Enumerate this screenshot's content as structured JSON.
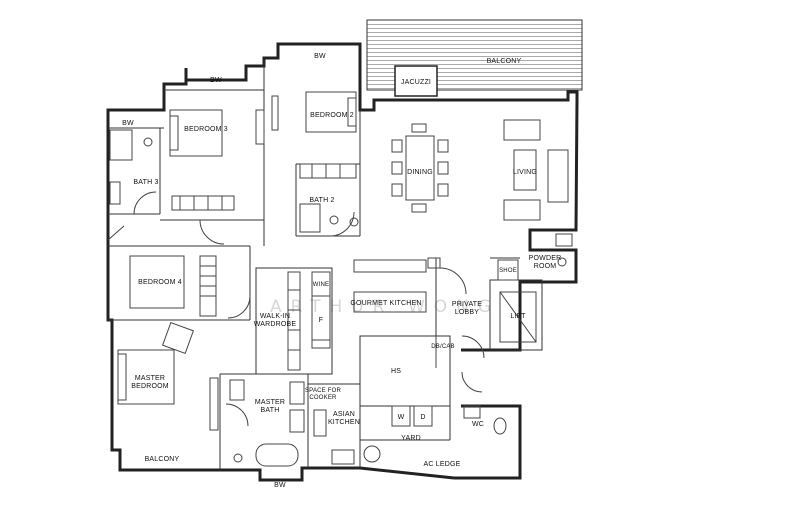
{
  "labels": {
    "bw_top_left": "BW",
    "bw_top": "BW",
    "bw_small": "BW",
    "bw_bottom": "BW",
    "balcony_top": "BALCONY",
    "jacuzzi": "JACUZZI",
    "bedroom3": "BEDROOM 3",
    "bedroom2": "BEDROOM 2",
    "bath3": "BATH 3",
    "bath2": "BATH 2",
    "dining": "DINING",
    "living": "LIVING",
    "shoe": "SHOE",
    "powder_room_1": "POWDER",
    "powder_room_2": "ROOM",
    "bedroom4": "BEDROOM 4",
    "wine": "WINE",
    "fridge": "F",
    "gourmet_kitchen": "GOURMET KITCHEN",
    "private_lobby_1": "PRIVATE",
    "private_lobby_2": "LOBBY",
    "lift": "LIFT",
    "walkin_1": "WALK-IN",
    "walkin_2": "WARDROBE",
    "master_bedroom_1": "MASTER",
    "master_bedroom_2": "BEDROOM",
    "master_bath_1": "MASTER",
    "master_bath_2": "BATH",
    "hs": "HS",
    "db_cab": "DB/CAB",
    "space_for_cooker_1": "SPACE FOR",
    "space_for_cooker_2": "COOKER",
    "asian_kitchen_1": "ASIAN",
    "asian_kitchen_2": "KITCHEN",
    "washer": "W",
    "dryer": "D",
    "yard": "YARD",
    "wc": "WC",
    "balcony_bottom": "BALCONY",
    "ac_ledge": "AC LEDGE"
  },
  "watermark": "ARTHUR WONG"
}
